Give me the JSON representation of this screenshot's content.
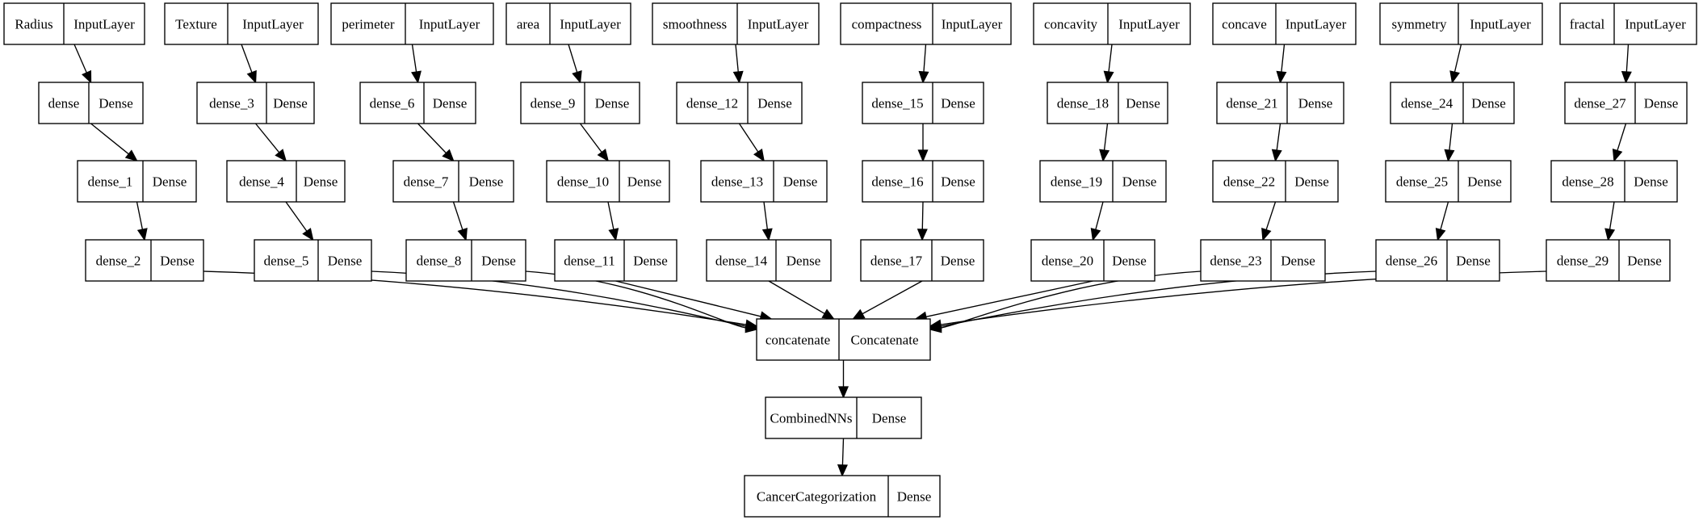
{
  "layers": [
    {
      "id": "Radius",
      "name": "Radius",
      "type": "InputLayer"
    },
    {
      "id": "dense",
      "name": "dense",
      "type": "Dense"
    },
    {
      "id": "dense_1",
      "name": "dense_1",
      "type": "Dense"
    },
    {
      "id": "dense_2",
      "name": "dense_2",
      "type": "Dense"
    },
    {
      "id": "Texture",
      "name": "Texture",
      "type": "InputLayer"
    },
    {
      "id": "dense_3",
      "name": "dense_3",
      "type": "Dense"
    },
    {
      "id": "dense_4",
      "name": "dense_4",
      "type": "Dense"
    },
    {
      "id": "dense_5",
      "name": "dense_5",
      "type": "Dense"
    },
    {
      "id": "perimeter",
      "name": "perimeter",
      "type": "InputLayer"
    },
    {
      "id": "dense_6",
      "name": "dense_6",
      "type": "Dense"
    },
    {
      "id": "dense_7",
      "name": "dense_7",
      "type": "Dense"
    },
    {
      "id": "dense_8",
      "name": "dense_8",
      "type": "Dense"
    },
    {
      "id": "area",
      "name": "area",
      "type": "InputLayer"
    },
    {
      "id": "dense_9",
      "name": "dense_9",
      "type": "Dense"
    },
    {
      "id": "dense_10",
      "name": "dense_10",
      "type": "Dense"
    },
    {
      "id": "dense_11",
      "name": "dense_11",
      "type": "Dense"
    },
    {
      "id": "smoothness",
      "name": "smoothness",
      "type": "InputLayer"
    },
    {
      "id": "dense_12",
      "name": "dense_12",
      "type": "Dense"
    },
    {
      "id": "dense_13",
      "name": "dense_13",
      "type": "Dense"
    },
    {
      "id": "dense_14",
      "name": "dense_14",
      "type": "Dense"
    },
    {
      "id": "compactness",
      "name": "compactness",
      "type": "InputLayer"
    },
    {
      "id": "dense_15",
      "name": "dense_15",
      "type": "Dense"
    },
    {
      "id": "dense_16",
      "name": "dense_16",
      "type": "Dense"
    },
    {
      "id": "dense_17",
      "name": "dense_17",
      "type": "Dense"
    },
    {
      "id": "concavity",
      "name": "concavity",
      "type": "InputLayer"
    },
    {
      "id": "dense_18",
      "name": "dense_18",
      "type": "Dense"
    },
    {
      "id": "dense_19",
      "name": "dense_19",
      "type": "Dense"
    },
    {
      "id": "dense_20",
      "name": "dense_20",
      "type": "Dense"
    },
    {
      "id": "concave",
      "name": "concave",
      "type": "InputLayer"
    },
    {
      "id": "dense_21",
      "name": "dense_21",
      "type": "Dense"
    },
    {
      "id": "dense_22",
      "name": "dense_22",
      "type": "Dense"
    },
    {
      "id": "dense_23",
      "name": "dense_23",
      "type": "Dense"
    },
    {
      "id": "symmetry",
      "name": "symmetry",
      "type": "InputLayer"
    },
    {
      "id": "dense_24",
      "name": "dense_24",
      "type": "Dense"
    },
    {
      "id": "dense_25",
      "name": "dense_25",
      "type": "Dense"
    },
    {
      "id": "dense_26",
      "name": "dense_26",
      "type": "Dense"
    },
    {
      "id": "fractal",
      "name": "fractal",
      "type": "InputLayer"
    },
    {
      "id": "dense_27",
      "name": "dense_27",
      "type": "Dense"
    },
    {
      "id": "dense_28",
      "name": "dense_28",
      "type": "Dense"
    },
    {
      "id": "dense_29",
      "name": "dense_29",
      "type": "Dense"
    },
    {
      "id": "concatenate",
      "name": "concatenate",
      "type": "Concatenate"
    },
    {
      "id": "CombinedNNs",
      "name": "CombinedNNs",
      "type": "Dense"
    },
    {
      "id": "CancerCategorization",
      "name": "CancerCategorization",
      "type": "Dense"
    }
  ],
  "edges": [
    [
      "Radius",
      "dense"
    ],
    [
      "dense",
      "dense_1"
    ],
    [
      "dense_1",
      "dense_2"
    ],
    [
      "dense_2",
      "concatenate"
    ],
    [
      "Texture",
      "dense_3"
    ],
    [
      "dense_3",
      "dense_4"
    ],
    [
      "dense_4",
      "dense_5"
    ],
    [
      "dense_5",
      "concatenate"
    ],
    [
      "perimeter",
      "dense_6"
    ],
    [
      "dense_6",
      "dense_7"
    ],
    [
      "dense_7",
      "dense_8"
    ],
    [
      "dense_8",
      "concatenate"
    ],
    [
      "area",
      "dense_9"
    ],
    [
      "dense_9",
      "dense_10"
    ],
    [
      "dense_10",
      "dense_11"
    ],
    [
      "dense_11",
      "concatenate"
    ],
    [
      "smoothness",
      "dense_12"
    ],
    [
      "dense_12",
      "dense_13"
    ],
    [
      "dense_13",
      "dense_14"
    ],
    [
      "dense_14",
      "concatenate"
    ],
    [
      "compactness",
      "dense_15"
    ],
    [
      "dense_15",
      "dense_16"
    ],
    [
      "dense_16",
      "dense_17"
    ],
    [
      "dense_17",
      "concatenate"
    ],
    [
      "concavity",
      "dense_18"
    ],
    [
      "dense_18",
      "dense_19"
    ],
    [
      "dense_19",
      "dense_20"
    ],
    [
      "dense_20",
      "concatenate"
    ],
    [
      "concave",
      "dense_21"
    ],
    [
      "dense_21",
      "dense_22"
    ],
    [
      "dense_22",
      "dense_23"
    ],
    [
      "dense_23",
      "concatenate"
    ],
    [
      "symmetry",
      "dense_24"
    ],
    [
      "dense_24",
      "dense_25"
    ],
    [
      "dense_25",
      "dense_26"
    ],
    [
      "dense_26",
      "concatenate"
    ],
    [
      "fractal",
      "dense_27"
    ],
    [
      "dense_27",
      "dense_28"
    ],
    [
      "dense_28",
      "dense_29"
    ],
    [
      "dense_29",
      "concatenate"
    ],
    [
      "concatenate",
      "CombinedNNs"
    ],
    [
      "CombinedNNs",
      "CancerCategorization"
    ]
  ]
}
